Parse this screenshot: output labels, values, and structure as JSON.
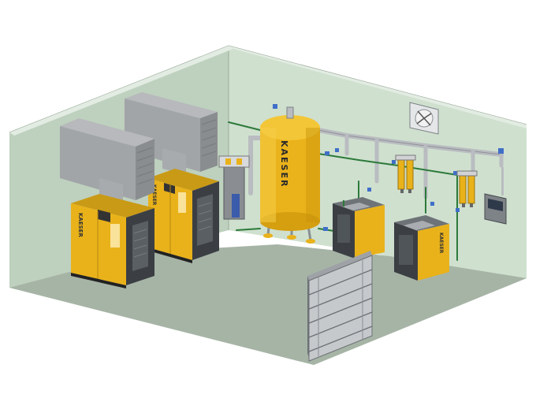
{
  "tank": {
    "brand_label": "KAESER"
  },
  "compressor_left": {
    "brand_label": "KAESER"
  },
  "compressor_right": {
    "brand_label": "KAESER"
  },
  "colors": {
    "wall": "#c8dac8",
    "floor": "#a6b4a6",
    "housing_yellow": "#e9b21a",
    "cabinet_dark": "#3b3f44",
    "duct_gray": "#9a9a9a",
    "pipe_gray": "#b9bcc0",
    "line_green": "#2c7a3a"
  }
}
